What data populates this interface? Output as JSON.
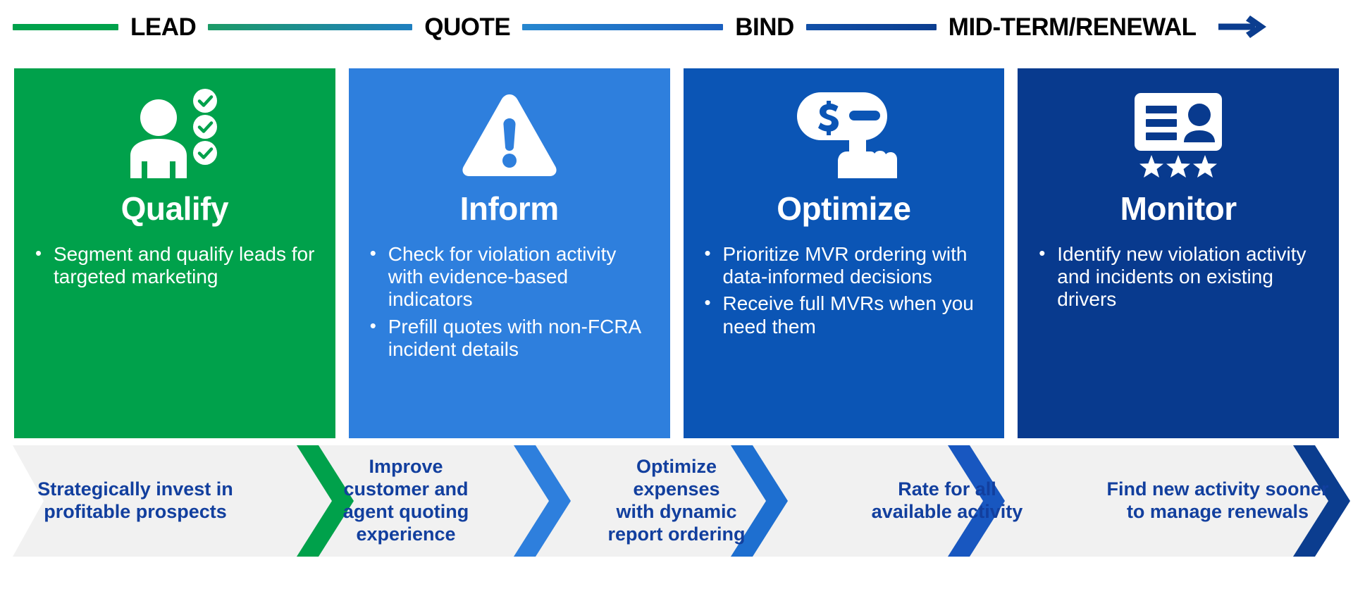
{
  "rail": {
    "stages": [
      {
        "label": "LEAD",
        "icon": "rail-segment-green"
      },
      {
        "label": "QUOTE",
        "icon": "rail-segment-teal-blue"
      },
      {
        "label": "BIND",
        "icon": "rail-segment-blue"
      },
      {
        "label": "MID-TERM/RENEWAL",
        "icon": "rail-segment-dark-blue"
      }
    ],
    "arrow_icon": "arrow-right-icon"
  },
  "cards": [
    {
      "title": "Qualify",
      "icon": "person-with-checkmarks-icon",
      "color": "#00a14b",
      "bullets": [
        "Segment and qualify leads for targeted marketing"
      ]
    },
    {
      "title": "Inform",
      "icon": "warning-triangle-icon",
      "color": "#2e7fdd",
      "bullets": [
        "Check for violation activity with evidence-based indicators",
        "Prefill quotes with non-FCRA incident details"
      ]
    },
    {
      "title": "Optimize",
      "icon": "price-tag-hand-click-icon",
      "color": "#0b55b5",
      "bullets": [
        "Prioritize MVR ordering with data-informed decisions",
        "Receive full MVRs when you need them"
      ]
    },
    {
      "title": "Monitor",
      "icon": "id-card-stars-icon",
      "color": "#083a8e",
      "bullets": [
        "Identify new violation activity and incidents on existing drivers"
      ]
    }
  ],
  "outcomes": {
    "background": "#f1f1f1",
    "text_color": "#123f9e",
    "items": [
      {
        "lines": [
          "Strategically invest in",
          "profitable prospects"
        ],
        "divider_color": "#00a14b"
      },
      {
        "lines": [
          "Improve",
          "customer and",
          "agent quoting",
          "experience"
        ],
        "divider_color": "#2e7fdd"
      },
      {
        "lines": [
          "Optimize",
          "expenses",
          "with dynamic",
          "report ordering"
        ],
        "divider_color": "#1e6fd0"
      },
      {
        "lines": [
          "Rate for all",
          "available activity"
        ],
        "divider_color": "#1857c0"
      },
      {
        "lines": [
          "Find new activity sooner",
          "to manage renewals"
        ],
        "divider_color": "#0b3d8f"
      }
    ]
  }
}
